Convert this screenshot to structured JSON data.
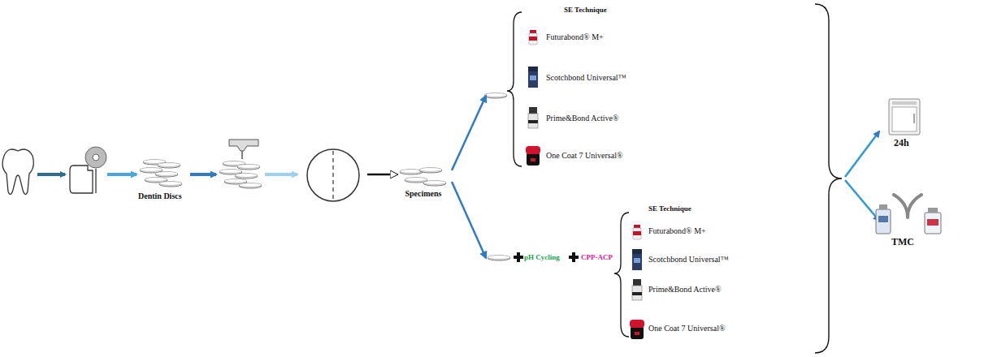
{
  "diagram": {
    "nodes": [
      {
        "text": [
          "Dentin Discs"
        ]
      },
      {
        "text": [
          "Specimens"
        ]
      },
      {
        "text": [
          "SE Technique"
        ]
      },
      {
        "text": [
          "Futurabond® M+"
        ],
        "in": 2
      },
      {
        "text": [
          "Scotchbond Universal™"
        ],
        "in": 2
      },
      {
        "text": [
          "Prime&Bond Active®"
        ],
        "in": 2
      },
      {
        "text": [
          "One Coat 7 Universal®"
        ],
        "in": 2
      },
      {
        "text": [
          "pH Cycling",
          "CPP-ACP",
          "SE Technique"
        ]
      },
      {
        "text": [
          "Futurabond® M+"
        ],
        "in": 7
      },
      {
        "text": [
          "Scotchbond Universal™"
        ],
        "in": 7
      },
      {
        "text": [
          "Prime&Bond Active®"
        ],
        "in": 7
      },
      {
        "text": [
          "One Coat 7 Universal®"
        ],
        "in": 7
      },
      {
        "text": [
          "24h"
        ]
      },
      {
        "text": [
          "TMC"
        ]
      }
    ],
    "edges": [
      {
        "from": 1,
        "to": 2,
        "arrow": "to"
      },
      {
        "from": 1,
        "to": 7,
        "arrow": "to"
      }
    ]
  }
}
